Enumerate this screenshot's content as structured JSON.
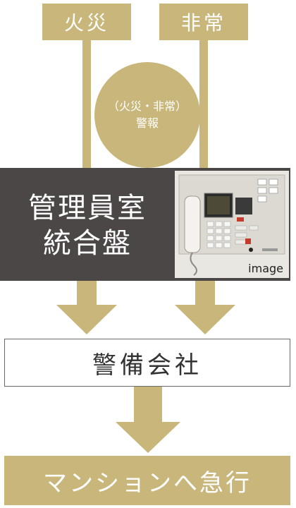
{
  "top_labels": {
    "fire": "火災",
    "emergency": "非常"
  },
  "alarm": {
    "line1": "（火災・非常）",
    "line2": "警報"
  },
  "panel": {
    "title_line1": "管理員室",
    "title_line2": "統合盤",
    "photo_caption": "image"
  },
  "security_company": "警備会社",
  "final_action": "マンションへ急行",
  "colors": {
    "gold": "#c9b67a",
    "dark_band": "#4a4746"
  }
}
